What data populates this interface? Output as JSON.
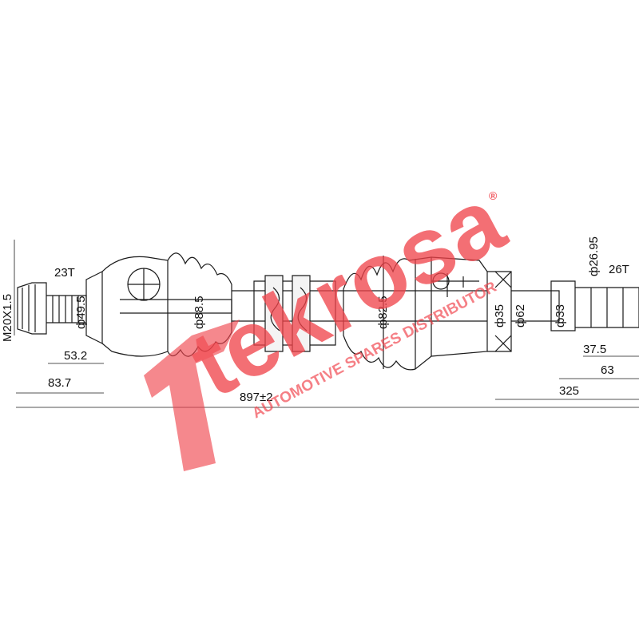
{
  "drawing": {
    "dimensions": {
      "thread": "M20X1.5",
      "outer_spline": "23T",
      "outer_diameter": "ф49.5",
      "outer_boot_diameter": "ф88.5",
      "inner_boot_diameter": "ф82.5",
      "shaft_diameter_1": "ф35",
      "shaft_diameter_2": "ф62",
      "shaft_diameter_3": "ф33",
      "inner_end_diameter": "ф26.95",
      "inner_spline": "26T",
      "length_outer_short": "53.2",
      "length_outer_long": "83.7",
      "overall_length": "897±2",
      "length_inner_short": "37.5",
      "length_inner_mid": "63",
      "length_inner_long": "325"
    },
    "watermark": {
      "brand": "tekrosa",
      "tagline": "AUTOMOTIVE SPARES DISTRIBUTOR",
      "registered": "®",
      "color": "#f0434b"
    }
  }
}
